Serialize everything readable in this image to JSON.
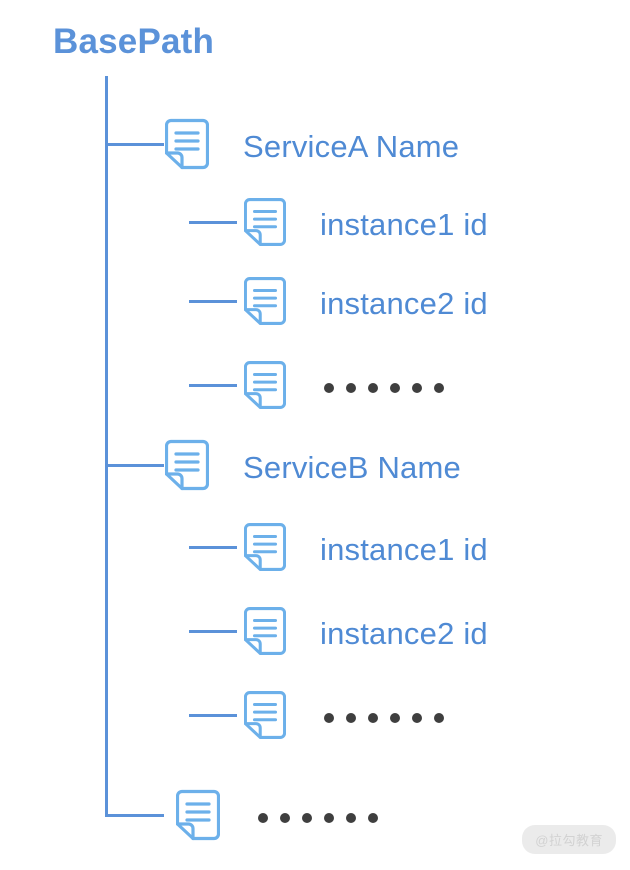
{
  "diagram": {
    "type": "tree",
    "title": "BasePath",
    "ellipsis_dot_count": 6,
    "colors": {
      "text_blue": "#4f8ad4",
      "title_blue": "#5b92d9",
      "line_blue": "#5b92d9",
      "icon_blue": "#6cb0ea",
      "dot_gray": "#3f3f3f",
      "background": "#ffffff",
      "watermark_bg": "#ebebeb",
      "watermark_text": "#d2d2d2"
    },
    "nodes": [
      {
        "id": "serviceA",
        "level": "service",
        "label": "ServiceA Name",
        "icon": "document-icon",
        "connector": "tee",
        "children": [
          {
            "id": "serviceA-instance1",
            "level": "instance",
            "label": "instance1 id",
            "icon": "document-icon",
            "connector": "dash"
          },
          {
            "id": "serviceA-instance2",
            "level": "instance",
            "label": "instance2 id",
            "icon": "document-icon",
            "connector": "dash"
          },
          {
            "id": "serviceA-more",
            "level": "instance",
            "label": "",
            "icon": "document-icon",
            "connector": "dash",
            "is_ellipsis": true
          }
        ]
      },
      {
        "id": "serviceB",
        "level": "service",
        "label": "ServiceB Name",
        "icon": "document-icon",
        "connector": "tee",
        "children": [
          {
            "id": "serviceB-instance1",
            "level": "instance",
            "label": "instance1 id",
            "icon": "document-icon",
            "connector": "dash"
          },
          {
            "id": "serviceB-instance2",
            "level": "instance",
            "label": "instance2 id",
            "icon": "document-icon",
            "connector": "dash"
          },
          {
            "id": "serviceB-more",
            "level": "instance",
            "label": "",
            "icon": "document-icon",
            "connector": "dash",
            "is_ellipsis": true
          }
        ]
      },
      {
        "id": "service-more",
        "level": "service",
        "label": "",
        "icon": "document-icon",
        "connector": "corner",
        "is_ellipsis": true,
        "children": []
      }
    ],
    "flat_rows": [
      {
        "key": "title",
        "text": "BasePath"
      },
      {
        "key": "serviceA",
        "text": "ServiceA Name"
      },
      {
        "key": "serviceA-instance1",
        "text": "instance1 id"
      },
      {
        "key": "serviceA-instance2",
        "text": "instance2 id"
      },
      {
        "key": "serviceA-more",
        "text": ""
      },
      {
        "key": "serviceB",
        "text": "ServiceB Name"
      },
      {
        "key": "serviceB-instance1",
        "text": "instance1 id"
      },
      {
        "key": "serviceB-instance2",
        "text": "instance2 id"
      },
      {
        "key": "serviceB-more",
        "text": ""
      },
      {
        "key": "service-more",
        "text": ""
      }
    ]
  },
  "watermark": {
    "text": "@拉勾教育"
  }
}
